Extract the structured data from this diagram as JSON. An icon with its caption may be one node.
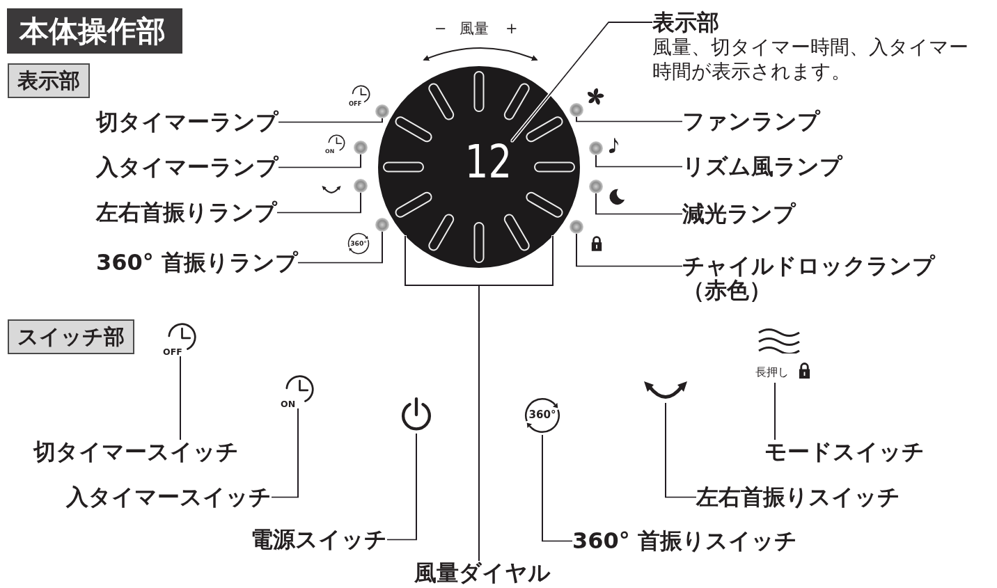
{
  "diagram": {
    "title": "本体操作部",
    "nodes": [
      {
        "text": [
          "表示部"
        ]
      },
      {
        "text": [
          "表示部",
          "風量、切タイマー時間、入タイマー時間が表示されます。"
        ]
      },
      {
        "text": [],
        "shape": "circle"
      },
      {
        "text": [
          "12"
        ],
        "in": 2
      },
      {
        "text": [
          "切タイマーランプ"
        ]
      },
      {
        "text": [],
        "shape": "circle"
      },
      {
        "text": [
          "入タイマーランプ"
        ]
      },
      {
        "text": [],
        "shape": "circle"
      },
      {
        "text": [
          "左右首振りランプ"
        ]
      },
      {
        "text": [],
        "shape": "circle"
      },
      {
        "text": [
          "360° 首振りランプ"
        ]
      },
      {
        "text": [],
        "shape": "circle"
      },
      {
        "text": [
          "ファンランプ"
        ]
      },
      {
        "text": [],
        "shape": "circle"
      },
      {
        "text": [
          "リズム風ランプ"
        ]
      },
      {
        "text": [],
        "shape": "circle"
      },
      {
        "text": [
          "減光ランプ"
        ]
      },
      {
        "text": [],
        "shape": "circle"
      },
      {
        "text": [
          "チャイルドロックランプ（赤色）"
        ]
      },
      {
        "text": [],
        "shape": "circle"
      },
      {
        "text": [
          "スイッチ部"
        ]
      },
      {
        "text": [
          "OFF"
        ]
      },
      {
        "text": [
          "ON"
        ]
      },
      {
        "text": [],
        "shape": "picture"
      },
      {
        "text": [
          "360°"
        ]
      },
      {
        "text": [],
        "shape": "picture"
      },
      {
        "text": [
          "長押し"
        ]
      },
      {
        "text": [
          "切タイマースイッチ"
        ]
      },
      {
        "text": [
          "モードスイッチ"
        ]
      },
      {
        "text": [
          "入タイマースイッチ"
        ]
      },
      {
        "text": [
          "左右首振りスイッチ"
        ]
      },
      {
        "text": [
          "電源スイッチ"
        ]
      },
      {
        "text": [
          "360° 首振りスイッチ"
        ]
      },
      {
        "text": [
          "風量ダイヤル"
        ]
      }
    ],
    "edges": [
      {
        "from": 1,
        "to": 3,
        "arrow": "none"
      },
      {
        "from": 4,
        "to": 5,
        "arrow": "none"
      },
      {
        "from": 6,
        "to": 7,
        "arrow": "none"
      },
      {
        "from": 8,
        "to": 9,
        "arrow": "none"
      },
      {
        "from": 10,
        "to": 11,
        "arrow": "none"
      },
      {
        "from": 12,
        "to": 13,
        "arrow": "none"
      },
      {
        "from": 14,
        "to": 15,
        "arrow": "none"
      },
      {
        "from": 16,
        "to": 17,
        "arrow": "none"
      },
      {
        "from": 18,
        "to": 19,
        "arrow": "none"
      },
      {
        "from": 27,
        "to": 21,
        "arrow": "none"
      },
      {
        "from": 28,
        "to": 26,
        "arrow": "none"
      },
      {
        "from": 29,
        "to": 22,
        "arrow": "none"
      },
      {
        "from": 30,
        "to": 25,
        "arrow": "none"
      },
      {
        "from": 31,
        "to": 23,
        "arrow": "none"
      },
      {
        "from": 32,
        "to": 24,
        "arrow": "none"
      },
      {
        "from": 33,
        "to": 2,
        "arrow": "none"
      }
    ],
    "labels": [
      "−",
      "風量",
      "+",
      "OFF",
      "ON",
      "360°"
    ]
  }
}
